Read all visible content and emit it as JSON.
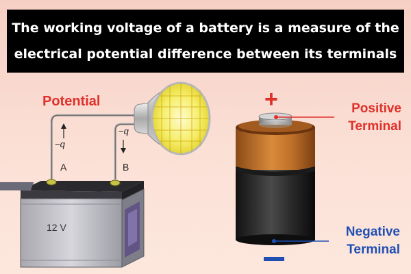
{
  "title": {
    "line1": "The working voltage of a battery is a measure of the",
    "line2": "electrical potential difference between its terminals"
  },
  "left_diagram": {
    "potential_label": "Potential",
    "charge_label_a": "−q",
    "charge_label_b": "−q",
    "terminal_a": "A",
    "terminal_b": "B",
    "battery_label": "12  V"
  },
  "right_diagram": {
    "plus_sign": "+",
    "minus_sign": "−",
    "positive_label_line1": "Positive",
    "positive_label_line2": "Terminal",
    "negative_label_line1": "Negative",
    "negative_label_line2": "Terminal"
  },
  "colors": {
    "accent_red": "#e0302a",
    "accent_blue": "#1f4fb3",
    "background": "#f6cfc4"
  }
}
